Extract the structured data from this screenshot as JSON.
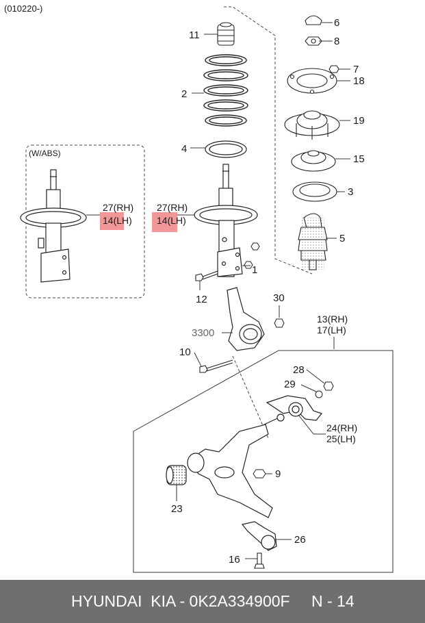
{
  "diagram": {
    "code": "(010220-)",
    "abs_label": "(W/ABS)",
    "ref_3300": "3300",
    "callouts": {
      "n11": "11",
      "n2": "2",
      "n4": "4",
      "n6": "6",
      "n8": "8",
      "n7": "7",
      "n18": "18",
      "n19": "19",
      "n15": "15",
      "n3": "3",
      "n5": "5",
      "n1": "1",
      "n12": "12",
      "n30": "30",
      "n10": "10",
      "n28": "28",
      "n29": "29",
      "n23": "23",
      "n9": "9",
      "n26": "26",
      "n16": "16",
      "strut_rh": "27(RH)",
      "strut_lh": "14(LH)",
      "strut_abs_rh": "27(RH)",
      "strut_abs_lh": "14(LH)",
      "arm_rh": "13(RH)",
      "arm_lh": "17(LH)",
      "bush_rh": "24(RH)",
      "bush_lh": "25(LH)"
    },
    "highlight_color": "#f08c8c"
  },
  "footer": {
    "brand": "HYUNDAI  KIA - 0K2A334900F",
    "page": "N - 14"
  }
}
